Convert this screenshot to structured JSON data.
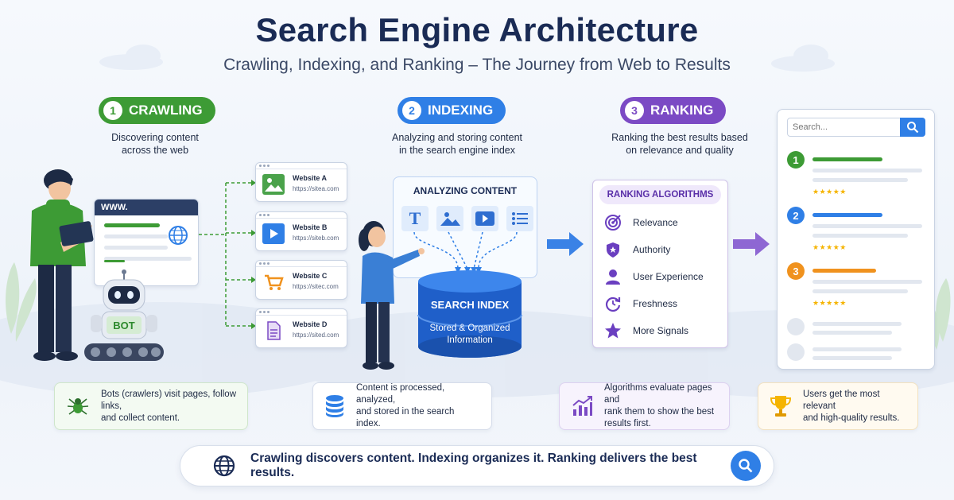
{
  "header": {
    "title": "Search Engine Architecture",
    "subtitle": "Crawling, Indexing, and Ranking – The Journey from Web to Results"
  },
  "stages": [
    {
      "num": "1",
      "label": "CRAWLING",
      "color": "#3d9b35",
      "desc_line1": "Discovering content",
      "desc_line2": "across the web"
    },
    {
      "num": "2",
      "label": "INDEXING",
      "color": "#2f7fe6",
      "desc_line1": "Analyzing and storing content",
      "desc_line2": "in the search engine index"
    },
    {
      "num": "3",
      "label": "RANKING",
      "color": "#7b4ac4",
      "desc_line1": "Ranking the best results based",
      "desc_line2": "on relevance and quality"
    }
  ],
  "crawl": {
    "browser_label": "WWW.",
    "robot_label": "BOT",
    "sites": [
      {
        "name": "Website A",
        "url": "https://sitea.com",
        "icon": "image-icon"
      },
      {
        "name": "Website B",
        "url": "https://siteb.com",
        "icon": "play-icon"
      },
      {
        "name": "Website C",
        "url": "https://sitec.com",
        "icon": "cart-icon"
      },
      {
        "name": "Website D",
        "url": "https://sited.com",
        "icon": "document-icon"
      }
    ]
  },
  "index": {
    "analyzing_title": "ANALYZING CONTENT",
    "db_title": "SEARCH INDEX",
    "db_line1": "Stored & Organized",
    "db_line2": "Information"
  },
  "ranking": {
    "title": "RANKING ALGORITHMS",
    "items": [
      {
        "label": "Relevance",
        "icon": "target-icon"
      },
      {
        "label": "Authority",
        "icon": "shield-icon"
      },
      {
        "label": "User Experience",
        "icon": "user-icon"
      },
      {
        "label": "Freshness",
        "icon": "refresh-icon"
      },
      {
        "label": "More Signals",
        "icon": "star-icon"
      }
    ]
  },
  "results": {
    "search_placeholder": "Search...",
    "stars": "★★★★★",
    "items": [
      {
        "num": "1",
        "color": "#3d9b35"
      },
      {
        "num": "2",
        "color": "#2f7fe6"
      },
      {
        "num": "3",
        "color": "#f0921e"
      }
    ]
  },
  "info_boxes": [
    {
      "line1": "Bots (crawlers) visit pages, follow links,",
      "line2": "and collect content.",
      "line3": "",
      "icon": "spider-icon"
    },
    {
      "line1": "Content is processed, analyzed,",
      "line2": "and stored in the search index.",
      "line3": "",
      "icon": "database-icon"
    },
    {
      "line1": "Algorithms evaluate pages and",
      "line2": "rank them to show the best",
      "line3": "results first.",
      "icon": "chart-icon"
    },
    {
      "line1": "Users get the most relevant",
      "line2": "and high-quality results.",
      "line3": "",
      "icon": "trophy-icon"
    }
  ],
  "footer": {
    "text": "Crawling discovers content. Indexing organizes it. Ranking delivers the best results."
  }
}
